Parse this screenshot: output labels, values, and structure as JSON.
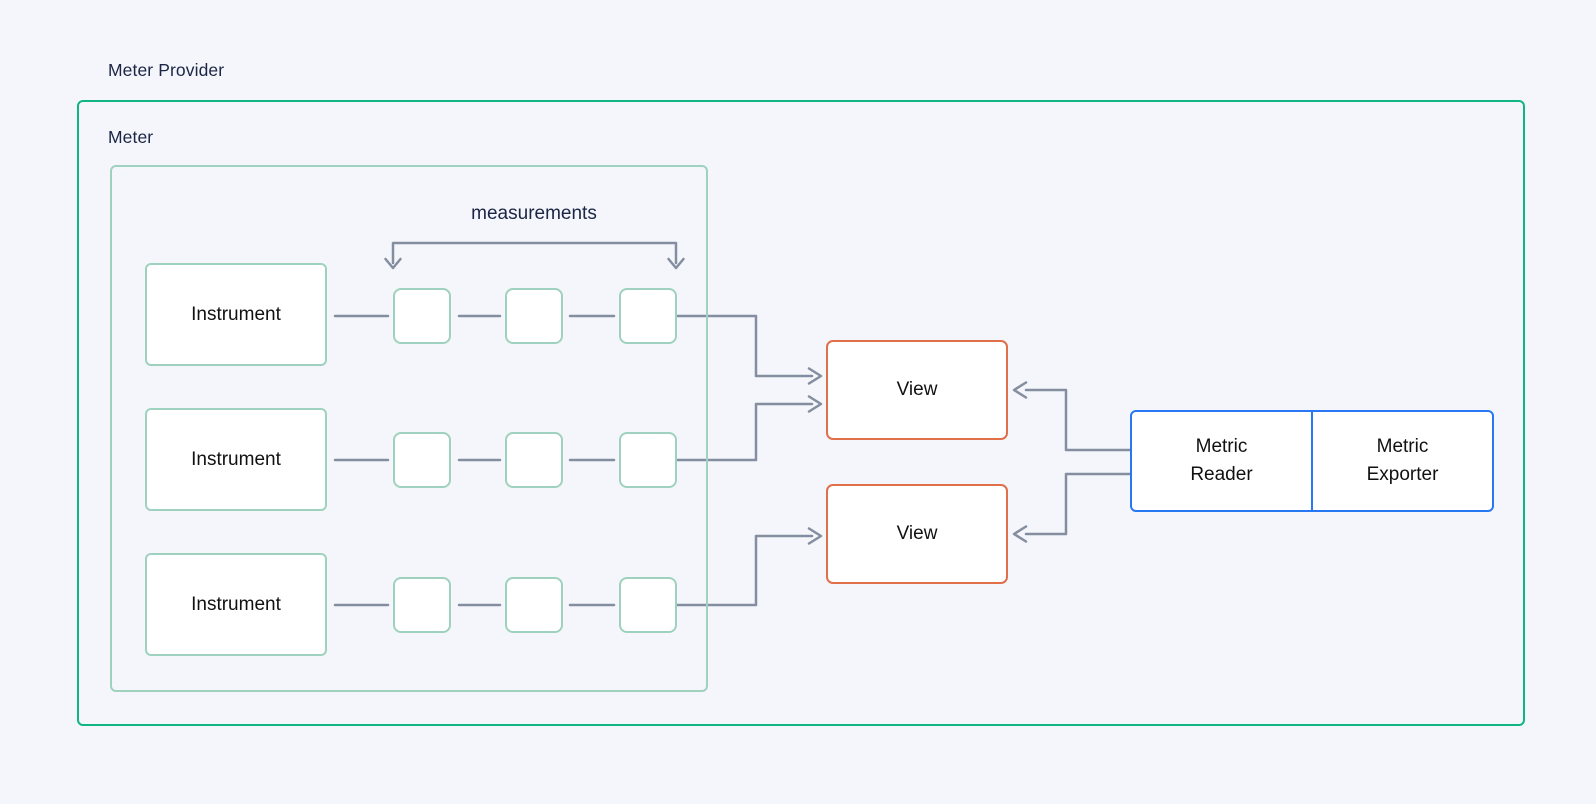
{
  "labels": {
    "meter_provider": "Meter Provider",
    "meter": "Meter",
    "measurements": "measurements"
  },
  "instruments": [
    {
      "label": "Instrument"
    },
    {
      "label": "Instrument"
    },
    {
      "label": "Instrument"
    }
  ],
  "measurement_cells_per_instrument": 3,
  "views": [
    {
      "label": "View"
    },
    {
      "label": "View"
    }
  ],
  "reader": {
    "label": "Metric Reader",
    "lines": [
      "Metric",
      "Reader"
    ]
  },
  "exporter": {
    "label": "Metric Exporter",
    "lines": [
      "Metric",
      "Exporter"
    ]
  },
  "colors": {
    "background": "#f4f6fb",
    "meter_provider_border": "#10b583",
    "meter_border": "#9fd2be",
    "view_border": "#e0704a",
    "reader_exporter_border": "#2778f2",
    "connector": "#848ea0",
    "label_text": "#1b2545",
    "node_text": "#111111"
  }
}
